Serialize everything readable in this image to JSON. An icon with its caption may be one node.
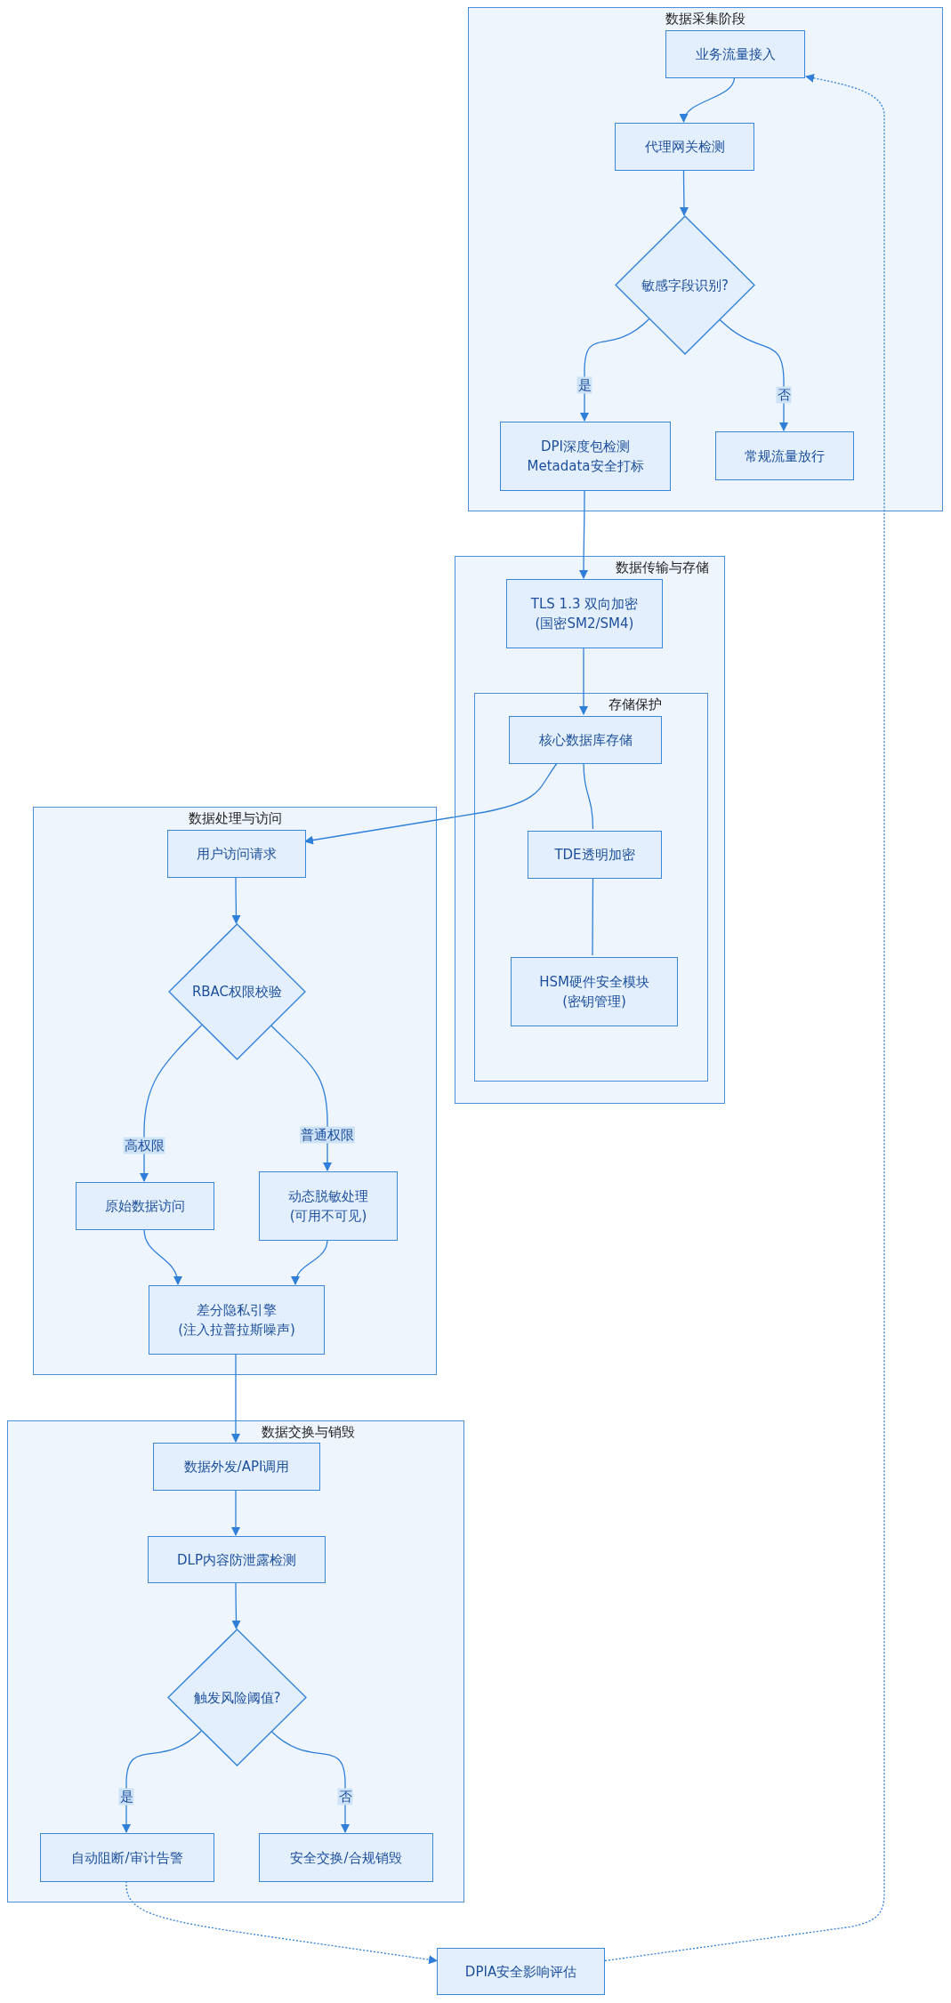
{
  "diagram": {
    "nodes": [
      {
        "text": [
          "数据采集阶段"
        ]
      },
      {
        "text": [
          "业务流量接入"
        ],
        "in": 0
      },
      {
        "text": [
          "代理网关检测"
        ],
        "in": 0
      },
      {
        "text": [
          "敏感字段识别?"
        ],
        "in": 0
      },
      {
        "text": [
          "DPI深度包检测 Metadata安全打标"
        ],
        "in": 0
      },
      {
        "text": [
          "常规流量放行"
        ],
        "in": 0
      },
      {
        "text": [
          "数据传输与存储"
        ]
      },
      {
        "text": [
          "TLS 1.3 双向加密 (国密SM2/SM4)"
        ],
        "in": 6
      },
      {
        "text": [
          "存储保护"
        ],
        "in": 6
      },
      {
        "text": [
          "核心数据库存储"
        ],
        "in": 8
      },
      {
        "text": [
          "TDE透明加密"
        ],
        "in": 8
      },
      {
        "text": [
          "HSM硬件安全模块 (密钥管理)"
        ],
        "in": 8
      },
      {
        "text": [
          "数据处理与访问"
        ]
      },
      {
        "text": [
          "用户访问请求"
        ],
        "in": 12
      },
      {
        "text": [
          "RBAC权限校验"
        ],
        "in": 12
      },
      {
        "text": [
          "原始数据访问"
        ],
        "in": 12
      },
      {
        "text": [
          "动态脱敏处理 (可用不可见)"
        ],
        "in": 12
      },
      {
        "text": [
          "差分隐私引擎 (注入拉普拉斯噪声)"
        ],
        "in": 12
      },
      {
        "text": [
          "数据交换与销毁"
        ]
      },
      {
        "text": [
          "数据外发/API调用"
        ],
        "in": 18
      },
      {
        "text": [
          "DLP内容防泄露检测"
        ],
        "in": 18
      },
      {
        "text": [
          "触发风险阈值?"
        ],
        "in": 18
      },
      {
        "text": [
          "自动阻断/审计告警"
        ],
        "in": 18
      },
      {
        "text": [
          "安全交换/合规销毁"
        ],
        "in": 18
      },
      {
        "text": [
          "DPIA安全影响评估"
        ]
      }
    ],
    "edges": [
      {
        "from": 1,
        "to": 2,
        "arrow": "to"
      },
      {
        "from": 2,
        "to": 3,
        "arrow": "to"
      },
      {
        "from": 3,
        "to": 4,
        "arrow": "to",
        "label": "是"
      },
      {
        "from": 3,
        "to": 5,
        "arrow": "to",
        "label": "否"
      },
      {
        "from": 4,
        "to": 7,
        "arrow": "to"
      },
      {
        "from": 7,
        "to": 9,
        "arrow": "to"
      },
      {
        "from": 9,
        "to": 13,
        "arrow": "to"
      },
      {
        "from": 9,
        "to": 10,
        "arrow": "none"
      },
      {
        "from": 10,
        "to": 11,
        "arrow": "none"
      },
      {
        "from": 13,
        "to": 14,
        "arrow": "to"
      },
      {
        "from": 14,
        "to": 15,
        "arrow": "to",
        "label": "高权限"
      },
      {
        "from": 14,
        "to": 16,
        "arrow": "to",
        "label": "普通权限"
      },
      {
        "from": 15,
        "to": 17,
        "arrow": "to"
      },
      {
        "from": 16,
        "to": 17,
        "arrow": "to"
      },
      {
        "from": 17,
        "to": 19,
        "arrow": "to"
      },
      {
        "from": 19,
        "to": 20,
        "arrow": "to"
      },
      {
        "from": 20,
        "to": 21,
        "arrow": "to"
      },
      {
        "from": 21,
        "to": 22,
        "arrow": "to",
        "label": "是"
      },
      {
        "from": 21,
        "to": 23,
        "arrow": "to",
        "label": "否"
      },
      {
        "from": 22,
        "to": 24,
        "arrow": "to",
        "style": "dashed"
      },
      {
        "from": 24,
        "to": 1,
        "arrow": "to",
        "style": "dashed"
      }
    ]
  }
}
